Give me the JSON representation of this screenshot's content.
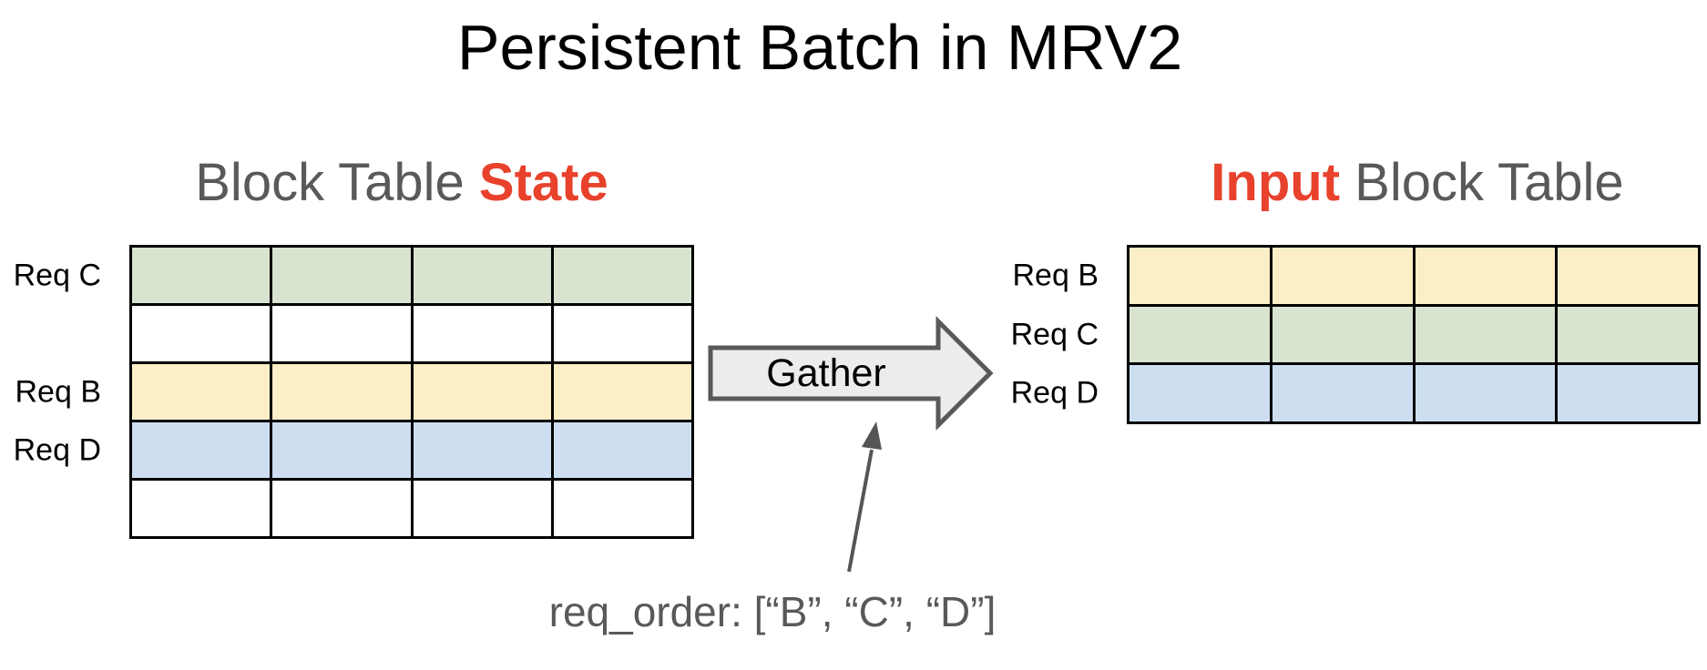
{
  "title": "Persistent Batch in MRV2",
  "colors": {
    "gray_text": "#595959",
    "red_accent": "#E8422C",
    "green_cell": "#D8E3D0",
    "yellow_cell": "#FCEFC7",
    "blue_cell": "#CDDEF0",
    "white_cell": "#FFFFFF",
    "arrow_fill": "#ECECEC",
    "arrow_border": "#595959",
    "dark_arrow": "#555555"
  },
  "left_table": {
    "title_plain": "Block Table ",
    "title_accent": "State",
    "columns": 4,
    "rows": [
      {
        "label": "Req C",
        "color": "green"
      },
      {
        "label": "",
        "color": "white"
      },
      {
        "label": "Req B",
        "color": "yellow"
      },
      {
        "label": "Req D",
        "color": "blue"
      },
      {
        "label": "",
        "color": "white"
      }
    ]
  },
  "right_table": {
    "title_accent": "Input",
    "title_plain": " Block Table",
    "columns": 4,
    "rows": [
      {
        "label": "Req B",
        "color": "yellow"
      },
      {
        "label": "Req C",
        "color": "green"
      },
      {
        "label": "Req D",
        "color": "blue"
      }
    ]
  },
  "gather_arrow": {
    "label": "Gather"
  },
  "annotation": {
    "text": "req_order: [“B”, “C”, “D”]"
  }
}
